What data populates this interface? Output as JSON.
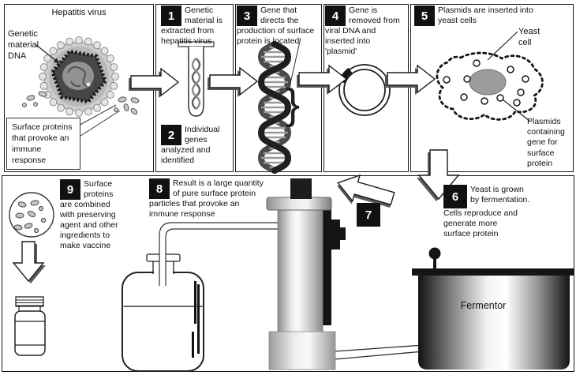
{
  "colors": {
    "badge_bg": "#111111",
    "outline": "#1a1a1a",
    "arrow_shadow": "#5a5a5a",
    "nucleus_gray": "#9c9c9c"
  },
  "panel1": {
    "title": "Hepatitis virus",
    "genetic_label_lines": [
      "Genetic",
      "material",
      "DNA"
    ],
    "surface_label_lines": [
      "Surface proteins",
      "that provoke an",
      "immune",
      "response"
    ]
  },
  "steps": {
    "s1": {
      "num": "1",
      "lines": [
        "Genetic",
        "material is",
        "extracted from",
        "hepatitis virus"
      ]
    },
    "s2": {
      "num": "2",
      "lines": [
        "Individual",
        "genes",
        "analyzed and",
        "identified"
      ]
    },
    "s3": {
      "num": "3",
      "lines": [
        "Gene that",
        "directs the",
        "production of surface",
        "protein is located"
      ]
    },
    "s4": {
      "num": "4",
      "lines": [
        "Gene is",
        "removed from",
        "viral DNA and",
        "inserted into",
        "'plasmid'"
      ]
    },
    "s5": {
      "num": "5",
      "lines": [
        "Plasmids are inserted into",
        "yeast cells"
      ]
    },
    "s6": {
      "num": "6",
      "lines": [
        "Yeast is grown",
        "by fermentation.",
        "Cells reproduce and",
        "generate more",
        "surface protein"
      ]
    },
    "s7": {
      "num": "7"
    },
    "s8": {
      "num": "8",
      "lines": [
        "Result is a large quantity",
        "of pure surface protein",
        "particles that provoke an",
        "immune response"
      ]
    },
    "s9": {
      "num": "9",
      "lines": [
        "Surface",
        "proteins",
        "are combined",
        "with preserving",
        "agent and other",
        "ingredients to",
        "make vaccine"
      ]
    }
  },
  "panel5": {
    "yeast_label_lines": [
      "Yeast",
      "cell"
    ],
    "plasmid_label_lines": [
      "Plasmids",
      "containing",
      "gene for",
      "surface",
      "protein"
    ]
  },
  "fermentor_label": "Fermentor"
}
